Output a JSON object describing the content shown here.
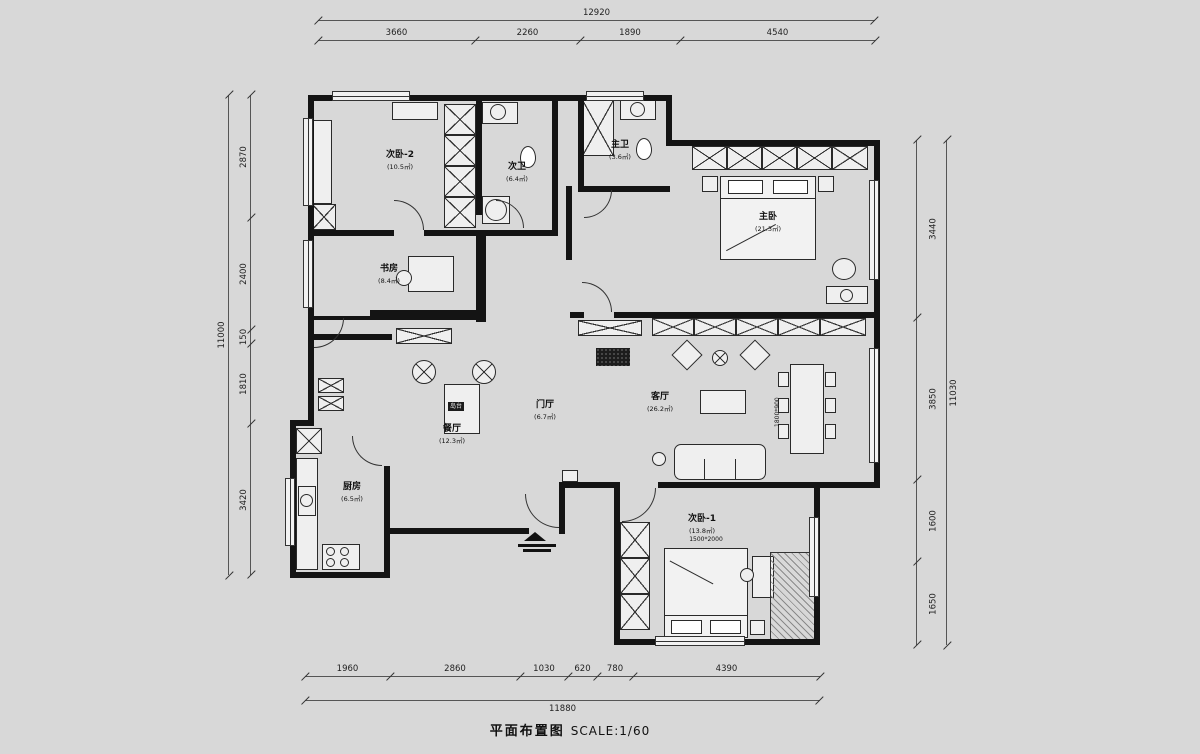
{
  "title": {
    "name": "平面布置图",
    "scale": "SCALE:1/60"
  },
  "dimensions": {
    "top": {
      "overall": "12920",
      "segments": [
        "3660",
        "2260",
        "1890",
        "4540"
      ]
    },
    "left": {
      "overall": "11000",
      "segments": [
        "2870",
        "2400",
        "150",
        "1810",
        "3420"
      ]
    },
    "right": {
      "overall": "11030",
      "segments": [
        "3440",
        "3850",
        "1600",
        "1650"
      ]
    },
    "bottom": {
      "overall": "11880",
      "segments": [
        "1960",
        "2860",
        "1030",
        "620",
        "780",
        "4390"
      ]
    }
  },
  "rooms": [
    {
      "name": "次卧-2",
      "area": "(10.5㎡)"
    },
    {
      "name": "次卫",
      "area": "(6.4㎡)"
    },
    {
      "name": "主卫",
      "area": "(3.6㎡)"
    },
    {
      "name": "主卧",
      "area": "(21.3㎡)"
    },
    {
      "name": "书房",
      "area": "(8.4㎡)"
    },
    {
      "name": "餐厅",
      "area": "(12.3㎡)"
    },
    {
      "name": "门厅",
      "area": "(6.7㎡)"
    },
    {
      "name": "客厅",
      "area": "(26.2㎡)"
    },
    {
      "name": "厨房",
      "area": "(6.5㎡)"
    },
    {
      "name": "次卧-1",
      "area": "(13.8㎡)"
    }
  ],
  "annotations": {
    "island": "岛台",
    "dining_table_size": "1800*900",
    "bed_size": "1500*2000"
  },
  "colors": {
    "background": "#d8d8d8",
    "line": "#333333",
    "wall": "#141414"
  }
}
